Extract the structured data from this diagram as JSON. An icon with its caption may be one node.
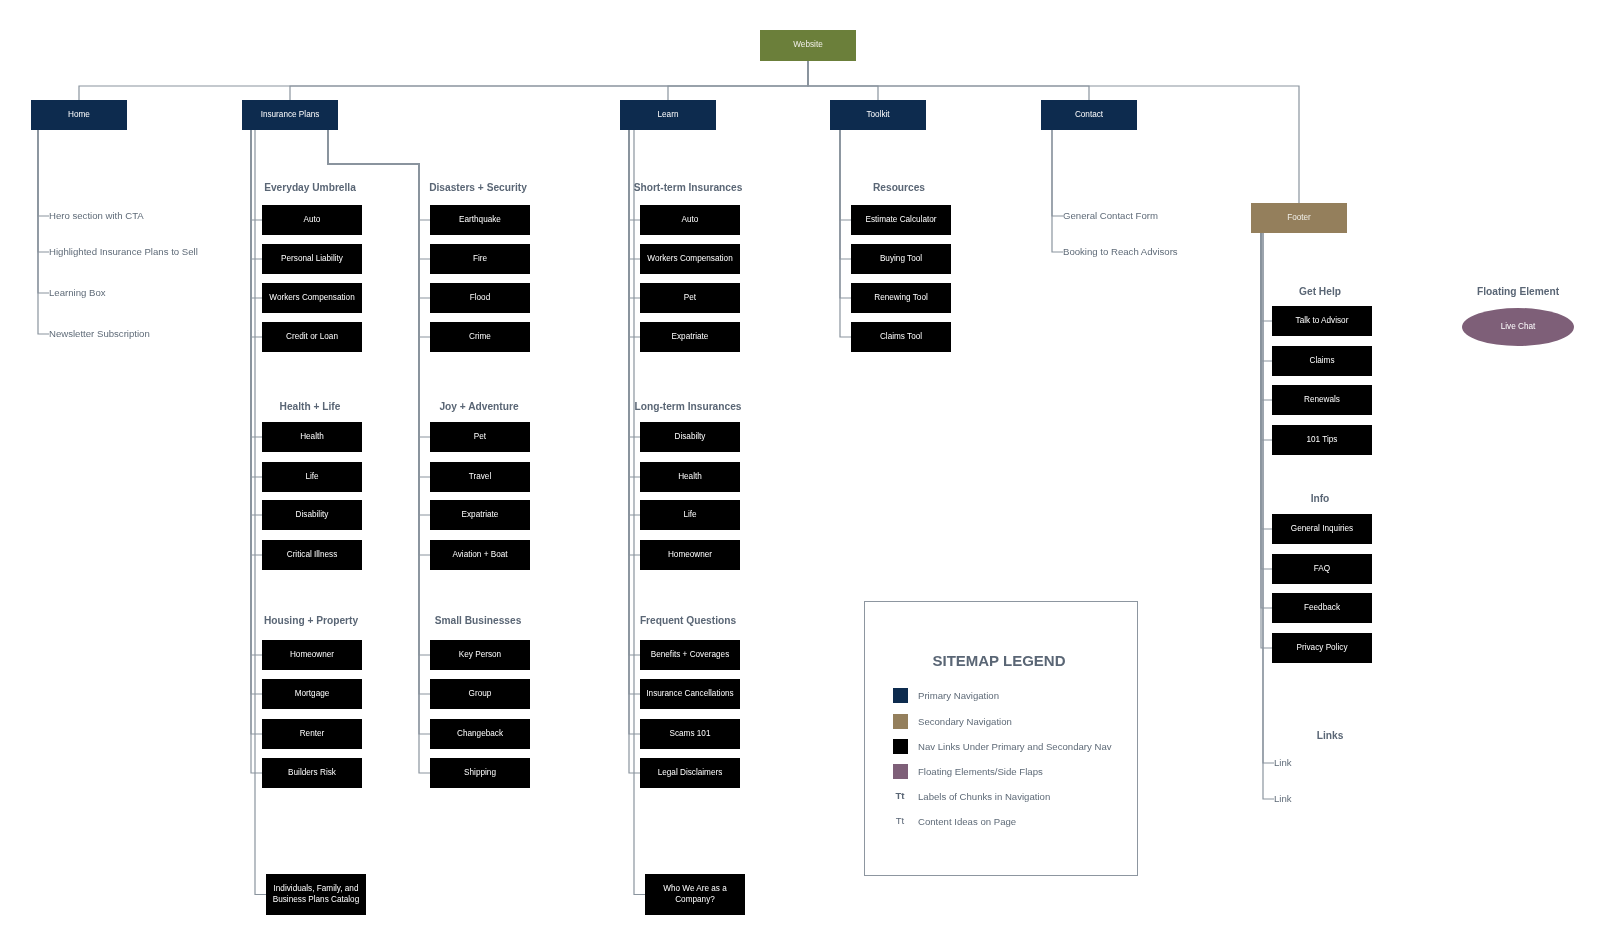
{
  "diagram": {
    "nodes": [
      {
        "text": [
          "Website"
        ]
      },
      {
        "text": [
          "Home"
        ]
      },
      {
        "text": [
          "Insurance Plans"
        ]
      },
      {
        "text": [
          "Learn"
        ]
      },
      {
        "text": [
          "Toolkit"
        ]
      },
      {
        "text": [
          "Contact"
        ]
      },
      {
        "text": [
          "Footer"
        ]
      },
      {
        "text": [
          "Hero section with CTA"
        ]
      },
      {
        "text": [
          "Highlighted Insurance Plans to Sell"
        ]
      },
      {
        "text": [
          "Learning Box"
        ]
      },
      {
        "text": [
          "Newsletter Subscription"
        ]
      },
      {
        "text": [
          "Auto"
        ]
      },
      {
        "text": [
          "Personal Liability"
        ]
      },
      {
        "text": [
          "Workers Compensation"
        ]
      },
      {
        "text": [
          "Credit or Loan"
        ]
      },
      {
        "text": [
          "Health"
        ]
      },
      {
        "text": [
          "Life"
        ]
      },
      {
        "text": [
          "Disability"
        ]
      },
      {
        "text": [
          "Critical Illness"
        ]
      },
      {
        "text": [
          "Homeowner"
        ]
      },
      {
        "text": [
          "Mortgage"
        ]
      },
      {
        "text": [
          "Renter"
        ]
      },
      {
        "text": [
          "Builders Risk"
        ]
      },
      {
        "text": [
          "Individuals, Family, and Business Plans Catalog"
        ]
      },
      {
        "text": [
          "Earthquake"
        ]
      },
      {
        "text": [
          "Fire"
        ]
      },
      {
        "text": [
          "Flood"
        ]
      },
      {
        "text": [
          "Crime"
        ]
      },
      {
        "text": [
          "Pet"
        ]
      },
      {
        "text": [
          "Travel"
        ]
      },
      {
        "text": [
          "Expatriate"
        ]
      },
      {
        "text": [
          "Aviation + Boat"
        ]
      },
      {
        "text": [
          "Key Person"
        ]
      },
      {
        "text": [
          "Group"
        ]
      },
      {
        "text": [
          "Changeback"
        ]
      },
      {
        "text": [
          "Shipping"
        ]
      },
      {
        "text": [
          "Auto"
        ]
      },
      {
        "text": [
          "Workers Compensation"
        ]
      },
      {
        "text": [
          "Pet"
        ]
      },
      {
        "text": [
          "Expatriate"
        ]
      },
      {
        "text": [
          "Disabilty"
        ]
      },
      {
        "text": [
          "Health"
        ]
      },
      {
        "text": [
          "Life"
        ]
      },
      {
        "text": [
          "Homeowner"
        ]
      },
      {
        "text": [
          "Benefits + Coverages"
        ]
      },
      {
        "text": [
          "Insurance Cancellations"
        ]
      },
      {
        "text": [
          "Scams 101"
        ]
      },
      {
        "text": [
          "Legal Disclaimers"
        ]
      },
      {
        "text": [
          "Who We Are as a Company?"
        ]
      },
      {
        "text": [
          "Estimate Calculator"
        ]
      },
      {
        "text": [
          "Buying Tool"
        ]
      },
      {
        "text": [
          "Renewing Tool"
        ]
      },
      {
        "text": [
          "Claims Tool"
        ]
      },
      {
        "text": [
          "General Contact Form"
        ]
      },
      {
        "text": [
          "Booking to Reach Advisors"
        ]
      },
      {
        "text": [
          "Talk to Advisor"
        ]
      },
      {
        "text": [
          "Claims"
        ]
      },
      {
        "text": [
          "Renewals"
        ]
      },
      {
        "text": [
          "101 Tips"
        ]
      },
      {
        "text": [
          "General Inquiries"
        ]
      },
      {
        "text": [
          "FAQ"
        ]
      },
      {
        "text": [
          "Feedback"
        ]
      },
      {
        "text": [
          "Privacy Policy"
        ]
      },
      {
        "text": [
          "Link"
        ]
      },
      {
        "text": [
          "Link"
        ]
      },
      {
        "text": [
          "Live Chat"
        ]
      }
    ],
    "edges": [
      {
        "from": 0,
        "to": 1,
        "arrow": "none"
      },
      {
        "from": 0,
        "to": 2,
        "arrow": "none"
      },
      {
        "from": 0,
        "to": 3,
        "arrow": "none"
      },
      {
        "from": 0,
        "to": 4,
        "arrow": "none"
      },
      {
        "from": 0,
        "to": 5,
        "arrow": "none"
      },
      {
        "from": 0,
        "to": 6,
        "arrow": "none"
      },
      {
        "from": 1,
        "to": 7,
        "arrow": "none"
      },
      {
        "from": 1,
        "to": 8,
        "arrow": "none"
      },
      {
        "from": 1,
        "to": 9,
        "arrow": "none"
      },
      {
        "from": 1,
        "to": 10,
        "arrow": "none"
      },
      {
        "from": 2,
        "to": 11,
        "arrow": "none"
      },
      {
        "from": 2,
        "to": 12,
        "arrow": "none"
      },
      {
        "from": 2,
        "to": 13,
        "arrow": "none"
      },
      {
        "from": 2,
        "to": 14,
        "arrow": "none"
      },
      {
        "from": 2,
        "to": 15,
        "arrow": "none"
      },
      {
        "from": 2,
        "to": 16,
        "arrow": "none"
      },
      {
        "from": 2,
        "to": 17,
        "arrow": "none"
      },
      {
        "from": 2,
        "to": 18,
        "arrow": "none"
      },
      {
        "from": 2,
        "to": 19,
        "arrow": "none"
      },
      {
        "from": 2,
        "to": 20,
        "arrow": "none"
      },
      {
        "from": 2,
        "to": 21,
        "arrow": "none"
      },
      {
        "from": 2,
        "to": 22,
        "arrow": "none"
      },
      {
        "from": 2,
        "to": 23,
        "arrow": "none"
      },
      {
        "from": 2,
        "to": 24,
        "arrow": "none"
      },
      {
        "from": 2,
        "to": 25,
        "arrow": "none"
      },
      {
        "from": 2,
        "to": 26,
        "arrow": "none"
      },
      {
        "from": 2,
        "to": 27,
        "arrow": "none"
      },
      {
        "from": 2,
        "to": 28,
        "arrow": "none"
      },
      {
        "from": 2,
        "to": 29,
        "arrow": "none"
      },
      {
        "from": 2,
        "to": 30,
        "arrow": "none"
      },
      {
        "from": 2,
        "to": 31,
        "arrow": "none"
      },
      {
        "from": 2,
        "to": 32,
        "arrow": "none"
      },
      {
        "from": 2,
        "to": 33,
        "arrow": "none"
      },
      {
        "from": 2,
        "to": 34,
        "arrow": "none"
      },
      {
        "from": 2,
        "to": 35,
        "arrow": "none"
      },
      {
        "from": 3,
        "to": 36,
        "arrow": "none"
      },
      {
        "from": 3,
        "to": 37,
        "arrow": "none"
      },
      {
        "from": 3,
        "to": 38,
        "arrow": "none"
      },
      {
        "from": 3,
        "to": 39,
        "arrow": "none"
      },
      {
        "from": 3,
        "to": 40,
        "arrow": "none"
      },
      {
        "from": 3,
        "to": 41,
        "arrow": "none"
      },
      {
        "from": 3,
        "to": 42,
        "arrow": "none"
      },
      {
        "from": 3,
        "to": 43,
        "arrow": "none"
      },
      {
        "from": 3,
        "to": 44,
        "arrow": "none"
      },
      {
        "from": 3,
        "to": 45,
        "arrow": "none"
      },
      {
        "from": 3,
        "to": 46,
        "arrow": "none"
      },
      {
        "from": 3,
        "to": 47,
        "arrow": "none"
      },
      {
        "from": 3,
        "to": 48,
        "arrow": "none"
      },
      {
        "from": 4,
        "to": 49,
        "arrow": "none"
      },
      {
        "from": 4,
        "to": 50,
        "arrow": "none"
      },
      {
        "from": 4,
        "to": 51,
        "arrow": "none"
      },
      {
        "from": 4,
        "to": 52,
        "arrow": "none"
      },
      {
        "from": 5,
        "to": 53,
        "arrow": "none"
      },
      {
        "from": 5,
        "to": 54,
        "arrow": "none"
      },
      {
        "from": 6,
        "to": 55,
        "arrow": "none"
      },
      {
        "from": 6,
        "to": 56,
        "arrow": "none"
      },
      {
        "from": 6,
        "to": 57,
        "arrow": "none"
      },
      {
        "from": 6,
        "to": 58,
        "arrow": "none"
      },
      {
        "from": 6,
        "to": 59,
        "arrow": "none"
      },
      {
        "from": 6,
        "to": 60,
        "arrow": "none"
      },
      {
        "from": 6,
        "to": 61,
        "arrow": "none"
      },
      {
        "from": 6,
        "to": 62,
        "arrow": "none"
      },
      {
        "from": 6,
        "to": 63,
        "arrow": "none"
      },
      {
        "from": 6,
        "to": 64,
        "arrow": "none"
      }
    ],
    "labels": [
      "Everyday Umbrella",
      "Disasters + Security",
      "Short-term Insurances",
      "Resources",
      "Get Help",
      "Floating Element",
      "Health + Life",
      "Joy + Adventure",
      "Long-term Insurances",
      "Info",
      "Housing + Property",
      "Small Businesses",
      "Frequent Questions",
      "SITEMAP LEGEND",
      "Links",
      "Tt",
      "Tt"
    ],
    "legend": [
      {
        "text": "Primary Navigation",
        "color": "#0d2b4e"
      },
      {
        "text": "Secondary Navigation",
        "color": "#947f5c"
      },
      {
        "text": "Nav Links Under Primary and Secondary Nav",
        "color": "#000000"
      },
      {
        "text": "Floating Elements/Side Flaps",
        "color": "#7e5f78"
      },
      {
        "text": "Labels of Chunks in Navigation"
      },
      {
        "text": "Content Ideas on Page"
      }
    ]
  }
}
